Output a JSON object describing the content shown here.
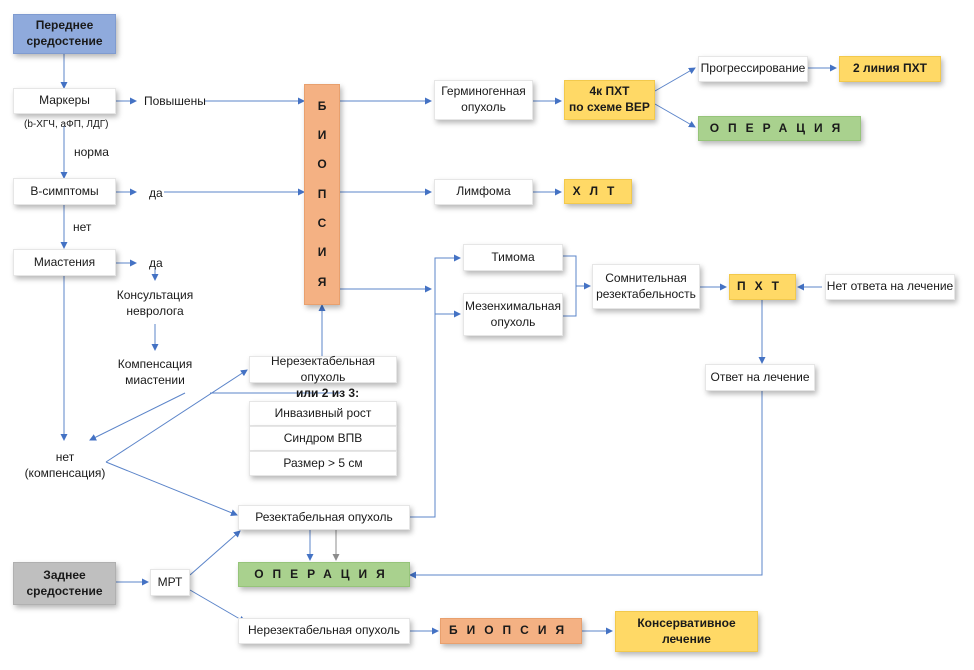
{
  "nodes": {
    "front_mediastinum": "Переднее средостение",
    "markers": "Маркеры",
    "markers_sub": "(b-ХГЧ, аФП, ЛДГ)",
    "raised": "Повышены",
    "norm": "норма",
    "b_symptoms": "В-симптомы",
    "yes_b": "да",
    "no_b": "нет",
    "myasthenia": "Миастения",
    "yes_m": "да",
    "neuro_consult": "Консультация\nневролога",
    "myasthenia_comp": "Компенсация\nмиастении",
    "no_comp": "нет\n(компенсация)",
    "biopsy_letters": [
      "Б",
      "И",
      "О",
      "П",
      "С",
      "И",
      "Я"
    ],
    "germinogenic": "Герминогенная\nопухоль",
    "bep": "4к ПХТ\nпо схеме ВЕР",
    "progression": "Прогрессирование",
    "second_line": "2 линия ПХТ",
    "operation_top": "ОПЕРАЦИЯ",
    "lymphoma": "Лимфома",
    "xlt": "ХЛТ",
    "thymoma": "Тимома",
    "mesenchymal": "Мезенхимальная\nопухоль",
    "doubtful": "Сомнительная\nрезектабельность",
    "pxt": "ПХТ",
    "no_response": "Нет ответа на лечение",
    "response": "Ответ на лечение",
    "unresectable_top": "Нерезектабельная опухоль",
    "or_two_of_three": "или 2 из 3:",
    "invasive": "Инвазивный рост",
    "svc": "Синдром ВПВ",
    "size": "Размер > 5 см",
    "resectable": "Резектабельная опухоль",
    "operation_bottom": "ОПЕРАЦИЯ",
    "posterior_mediastinum": "Заднее средостение",
    "mri": "МРТ",
    "unresectable_bottom": "Нерезектабельная опухоль",
    "biopsy_bottom": "БИОПСИЯ",
    "conservative": "Консервативное\nлечение"
  },
  "colors": {
    "blue": "#8faadc",
    "gray": "#bfbfbf",
    "orange": "#f4b183",
    "yellow": "#ffd966",
    "green": "#a9d18e",
    "arrow": "#4472c4"
  }
}
